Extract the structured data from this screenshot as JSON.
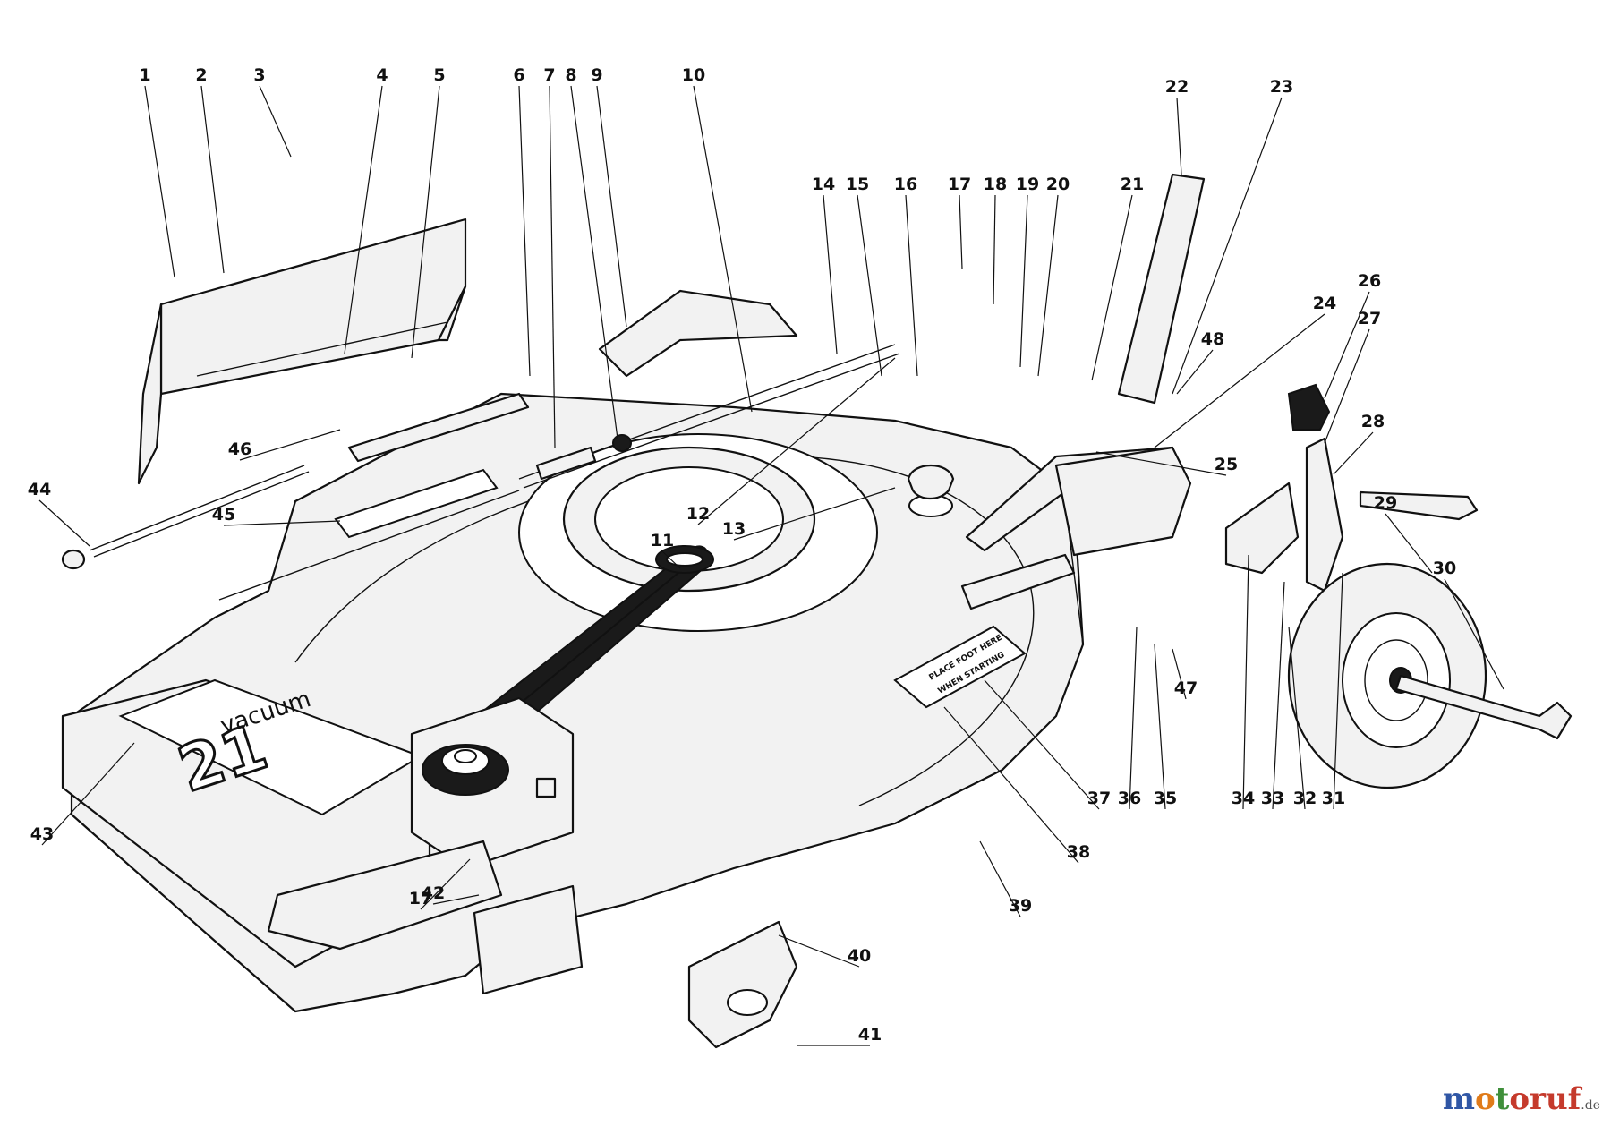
{
  "callouts": [
    {
      "n": "1"
    },
    {
      "n": "2"
    },
    {
      "n": "3"
    },
    {
      "n": "4"
    },
    {
      "n": "5"
    },
    {
      "n": "6"
    },
    {
      "n": "7"
    },
    {
      "n": "8"
    },
    {
      "n": "9"
    },
    {
      "n": "10"
    },
    {
      "n": "11"
    },
    {
      "n": "12"
    },
    {
      "n": "13"
    },
    {
      "n": "14"
    },
    {
      "n": "15"
    },
    {
      "n": "16"
    },
    {
      "n": "17"
    },
    {
      "n": "18"
    },
    {
      "n": "19"
    },
    {
      "n": "20"
    },
    {
      "n": "21"
    },
    {
      "n": "22"
    },
    {
      "n": "23"
    },
    {
      "n": "24"
    },
    {
      "n": "25"
    },
    {
      "n": "26"
    },
    {
      "n": "27"
    },
    {
      "n": "28"
    },
    {
      "n": "29"
    },
    {
      "n": "30"
    },
    {
      "n": "31"
    },
    {
      "n": "32"
    },
    {
      "n": "33"
    },
    {
      "n": "34"
    },
    {
      "n": "35"
    },
    {
      "n": "36"
    },
    {
      "n": "37"
    },
    {
      "n": "38"
    },
    {
      "n": "39"
    },
    {
      "n": "40"
    },
    {
      "n": "41"
    },
    {
      "n": "42"
    },
    {
      "n": "43"
    },
    {
      "n": "44"
    },
    {
      "n": "45"
    },
    {
      "n": "46"
    },
    {
      "n": "47"
    },
    {
      "n": "48"
    },
    {
      "n": "17"
    }
  ],
  "decal": {
    "line1": "PLACE FOOT HERE",
    "line2": "WHEN STARTING"
  },
  "logo": {
    "word": "vacuum",
    "number": "21"
  },
  "watermark": {
    "part1": "m",
    "part2": "o",
    "part3": "t",
    "part4": "oruf",
    "suffix": ".de"
  }
}
